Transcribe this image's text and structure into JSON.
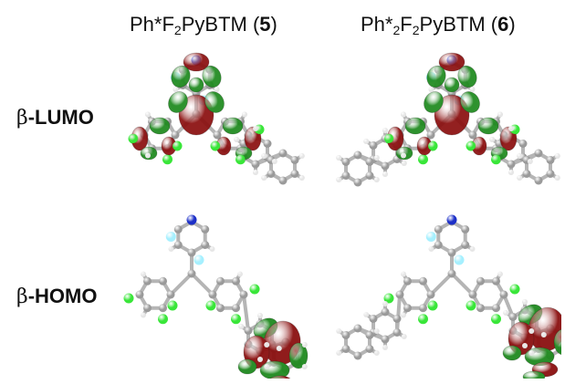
{
  "columns": [
    {
      "title_prefix": "Ph*F",
      "title_sub1": "2",
      "title_mid": "PyBTM (",
      "title_number": "5",
      "title_suffix": ")"
    },
    {
      "title_prefix": "Ph*",
      "title_sub0": "2",
      "title_mid0": "F",
      "title_sub1": "2",
      "title_mid": "PyBTM (",
      "title_number": "6",
      "title_suffix": ")"
    }
  ],
  "rows": [
    {
      "greek": "β",
      "label": "-LUMO"
    },
    {
      "greek": "β",
      "label": "-HOMO"
    }
  ],
  "colors": {
    "orbital_positive": "#8b1010",
    "orbital_negative": "#1f8a1f",
    "atom_carbon": "#9a9a9a",
    "atom_hydrogen": "#e6e6e6",
    "atom_chlorine": "#39e639",
    "atom_fluorine": "#a6f0ff",
    "atom_nitrogen": "#1c2fc8",
    "bond": "#b5b5b5"
  }
}
